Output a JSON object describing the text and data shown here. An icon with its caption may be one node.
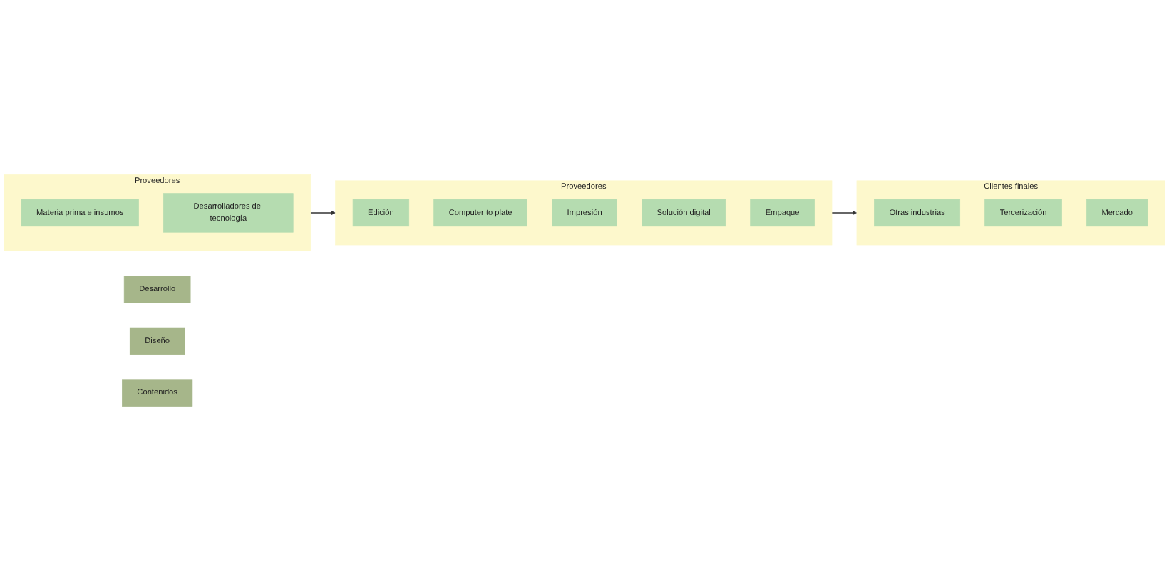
{
  "diagram": {
    "nodes": [
      {
        "text": [
          "Proveedores"
        ]
      },
      {
        "text": [
          "Materia prima e insumos"
        ],
        "in": 0
      },
      {
        "text": [
          "Desarrolladores de tecnología"
        ],
        "in": 0
      },
      {
        "text": [
          "Desarrollo"
        ]
      },
      {
        "text": [
          "Diseño"
        ]
      },
      {
        "text": [
          "Contenidos"
        ]
      },
      {
        "text": [
          "Proveedores"
        ]
      },
      {
        "text": [
          "Edición"
        ],
        "in": 6
      },
      {
        "text": [
          "Computer to plate"
        ],
        "in": 6
      },
      {
        "text": [
          "Impresión"
        ],
        "in": 6
      },
      {
        "text": [
          "Solución digital"
        ],
        "in": 6
      },
      {
        "text": [
          "Empaque"
        ],
        "in": 6
      },
      {
        "text": [
          "Clientes finales"
        ]
      },
      {
        "text": [
          "Otras industrias"
        ],
        "in": 12
      },
      {
        "text": [
          "Tercerización"
        ],
        "in": 12
      },
      {
        "text": [
          "Mercado"
        ],
        "in": 12
      }
    ],
    "edges": [
      {
        "from": 0,
        "to": 6,
        "arrow": "to"
      },
      {
        "from": 6,
        "to": 12,
        "arrow": "to"
      }
    ]
  }
}
